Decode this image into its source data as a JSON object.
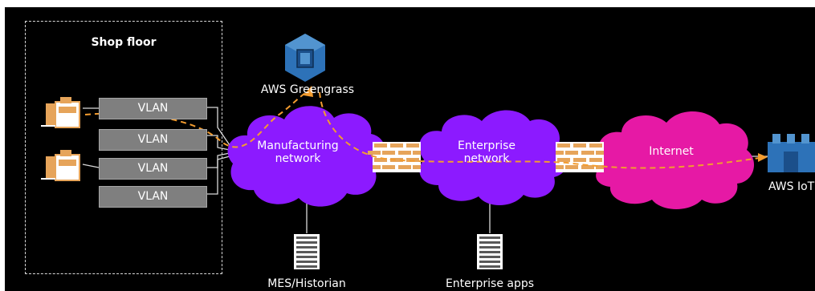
{
  "shop_floor": {
    "title": "Shop floor",
    "vlans": [
      "VLAN",
      "VLAN",
      "VLAN",
      "VLAN"
    ]
  },
  "nodes": {
    "greengrass": "AWS Greengrass",
    "manufacturing_network": "Manufacturing\nnetwork",
    "enterprise_network": "Enterprise\nnetwork",
    "internet": "Internet",
    "aws_iot": "AWS IoT",
    "mes_historian": "MES/Historian",
    "enterprise_apps": "Enterprise apps"
  },
  "colors": {
    "background": "#000000",
    "network_cloud": "#8c1aff",
    "internet_cloud": "#e619a5",
    "data_flow": "#f39c2f",
    "aws_blue": "#2d72b8",
    "vlan_fill": "#7f7f7f"
  },
  "icons": [
    "plc-device-icon",
    "greengrass-icon",
    "firewall-icon",
    "server-rack-icon",
    "aws-iot-icon"
  ]
}
